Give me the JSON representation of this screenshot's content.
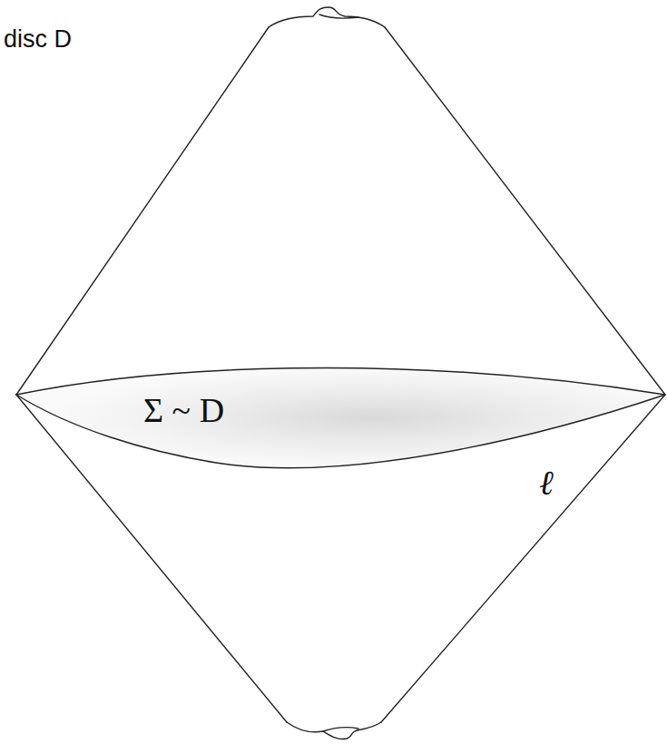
{
  "diagram": {
    "nodes": [
      {
        "text": [
          "Σ ~ D"
        ]
      }
    ],
    "labels": [
      "disc D",
      "ℓ"
    ]
  }
}
